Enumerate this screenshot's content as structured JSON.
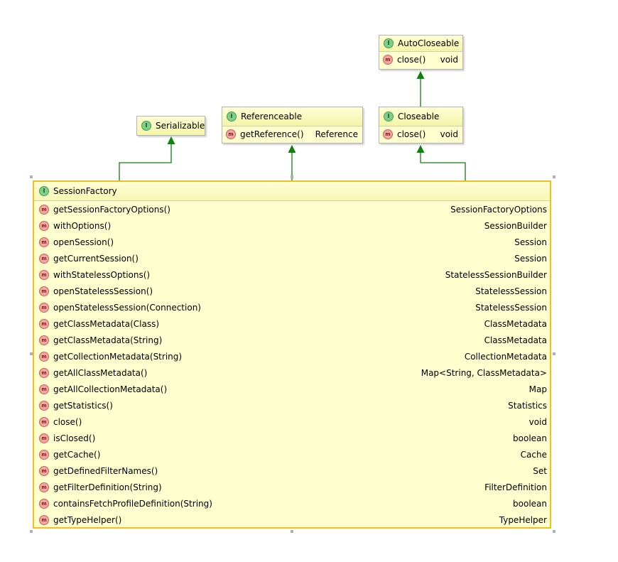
{
  "colors": {
    "node_fill": "#fefecf",
    "selected_border": "#f0c020",
    "edge": "#108010",
    "interface_badge": "#7fcf8a",
    "method_badge": "#f6a6a0"
  },
  "badges": {
    "interface": "I",
    "method": "m"
  },
  "nodes": {
    "auto_closeable": {
      "name": "AutoCloseable",
      "methods": [
        {
          "name": "close()",
          "ret": "void"
        }
      ]
    },
    "serializable": {
      "name": "Serializable",
      "methods": []
    },
    "referenceable": {
      "name": "Referenceable",
      "methods": [
        {
          "name": "getReference()",
          "ret": "Reference"
        }
      ]
    },
    "closeable": {
      "name": "Closeable",
      "methods": [
        {
          "name": "close()",
          "ret": "void"
        }
      ]
    },
    "session_factory": {
      "name": "SessionFactory",
      "methods": [
        {
          "name": "getSessionFactoryOptions()",
          "ret": "SessionFactoryOptions"
        },
        {
          "name": "withOptions()",
          "ret": "SessionBuilder"
        },
        {
          "name": "openSession()",
          "ret": "Session"
        },
        {
          "name": "getCurrentSession()",
          "ret": "Session"
        },
        {
          "name": "withStatelessOptions()",
          "ret": "StatelessSessionBuilder"
        },
        {
          "name": "openStatelessSession()",
          "ret": "StatelessSession"
        },
        {
          "name": "openStatelessSession(Connection)",
          "ret": "StatelessSession"
        },
        {
          "name": "getClassMetadata(Class)",
          "ret": "ClassMetadata"
        },
        {
          "name": "getClassMetadata(String)",
          "ret": "ClassMetadata"
        },
        {
          "name": "getCollectionMetadata(String)",
          "ret": "CollectionMetadata"
        },
        {
          "name": "getAllClassMetadata()",
          "ret": "Map<String, ClassMetadata>"
        },
        {
          "name": "getAllCollectionMetadata()",
          "ret": "Map"
        },
        {
          "name": "getStatistics()",
          "ret": "Statistics"
        },
        {
          "name": "close()",
          "ret": "void"
        },
        {
          "name": "isClosed()",
          "ret": "boolean"
        },
        {
          "name": "getCache()",
          "ret": "Cache"
        },
        {
          "name": "getDefinedFilterNames()",
          "ret": "Set"
        },
        {
          "name": "getFilterDefinition(String)",
          "ret": "FilterDefinition"
        },
        {
          "name": "containsFetchProfileDefinition(String)",
          "ret": "boolean"
        },
        {
          "name": "getTypeHelper()",
          "ret": "TypeHelper"
        }
      ]
    }
  },
  "edges": [
    {
      "from": "session_factory",
      "to": "serializable"
    },
    {
      "from": "session_factory",
      "to": "referenceable"
    },
    {
      "from": "session_factory",
      "to": "closeable"
    },
    {
      "from": "closeable",
      "to": "auto_closeable"
    }
  ]
}
